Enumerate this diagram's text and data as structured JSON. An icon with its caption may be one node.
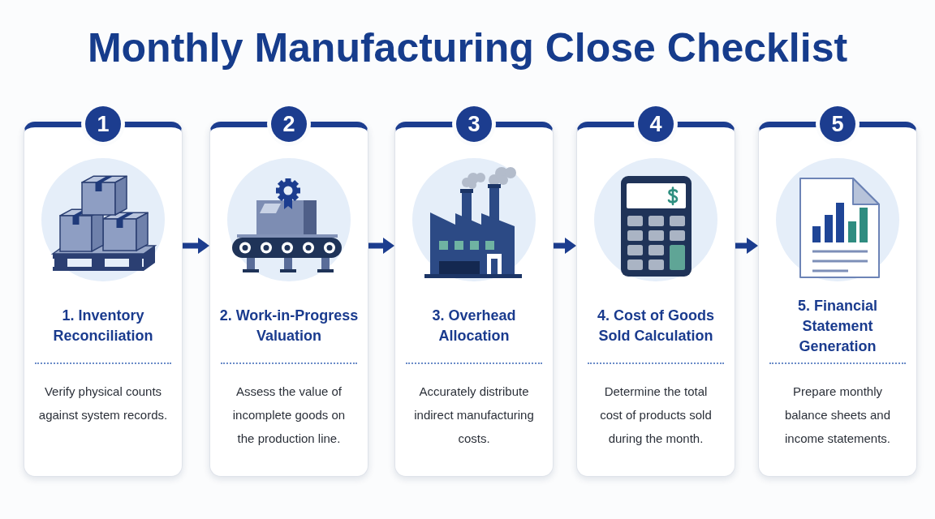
{
  "diagram": {
    "title": "Monthly Manufacturing Close Checklist",
    "nodes": [
      {
        "text": [
          "1",
          "1. Inventory Reconciliation",
          "Verify physical counts against system records."
        ]
      },
      {
        "text": [
          "2",
          "2. Work-in-Progress Valuation",
          "Assess the value of incomplete goods on the production line."
        ]
      },
      {
        "text": [
          "3",
          "3. Overhead Allocation",
          "Accurately distribute indirect manufacturing costs."
        ]
      },
      {
        "text": [
          "4",
          "4. Cost of Goods Sold Calculation",
          "Determine the total cost of products sold during the month."
        ]
      },
      {
        "text": [
          "5",
          "5. Financial Statement Generation",
          "Prepare monthly balance sheets and income statements."
        ]
      }
    ],
    "edges": [
      {
        "from": 0,
        "to": 1,
        "arrow": "to"
      },
      {
        "from": 1,
        "to": 2,
        "arrow": "to"
      },
      {
        "from": 2,
        "to": 3,
        "arrow": "to"
      },
      {
        "from": 3,
        "to": 4,
        "arrow": "to"
      }
    ]
  }
}
